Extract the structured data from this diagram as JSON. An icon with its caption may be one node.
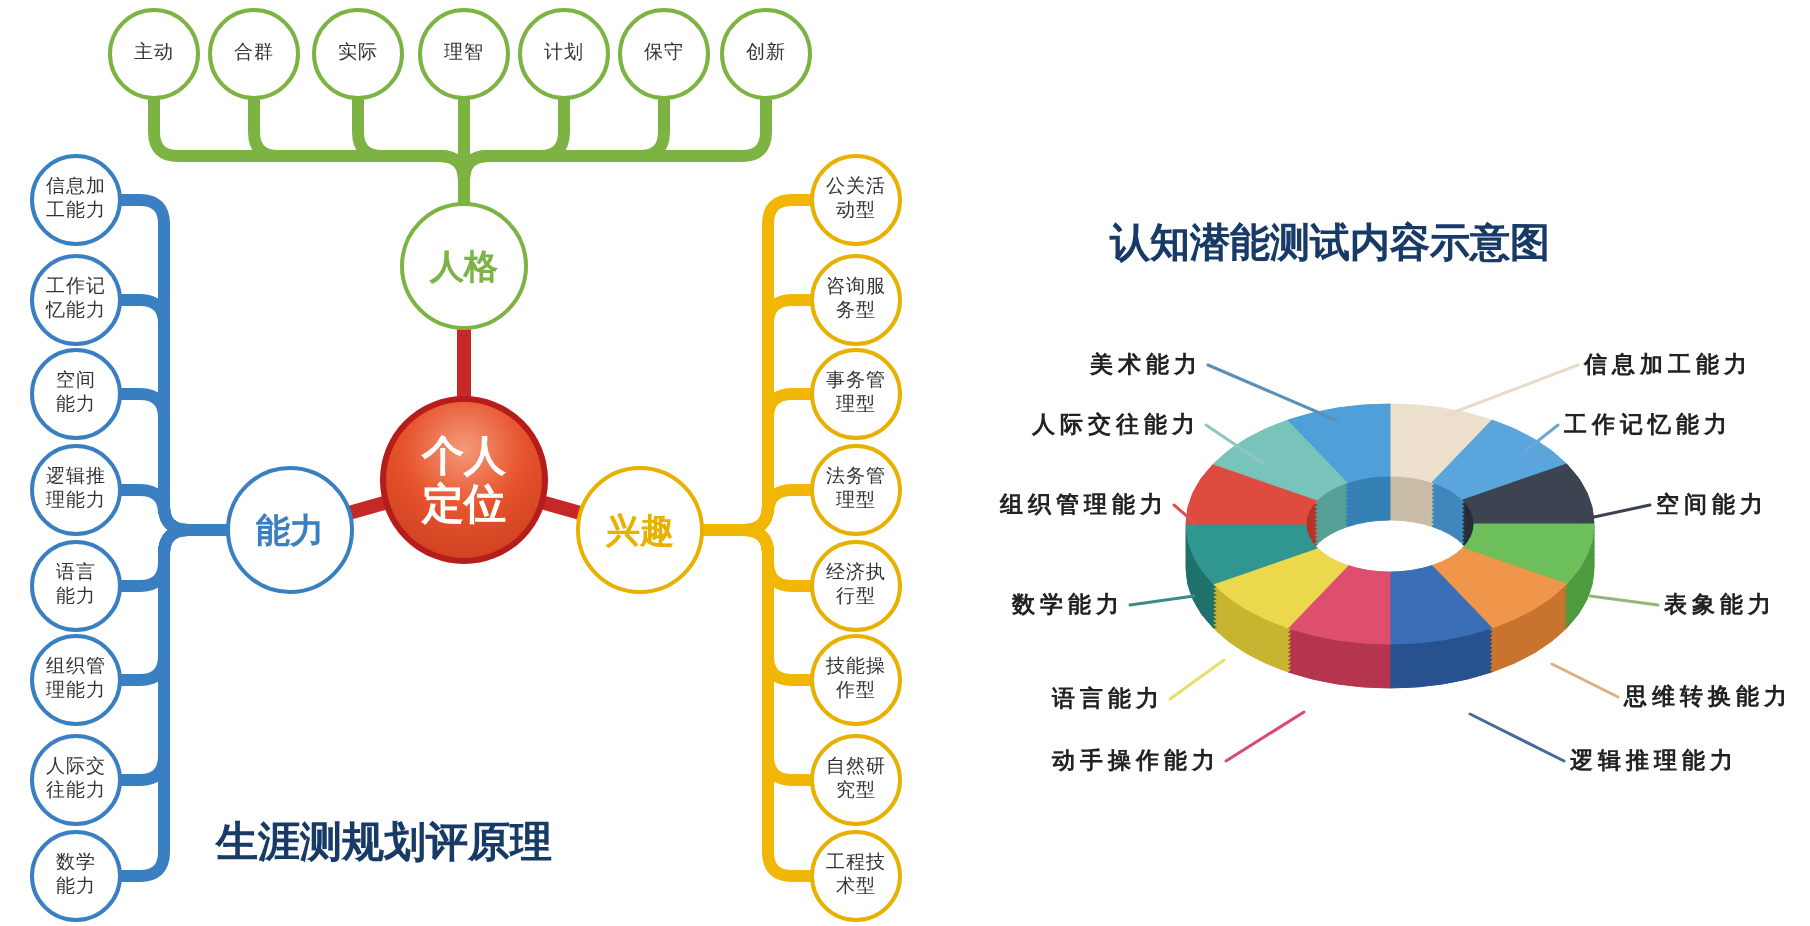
{
  "diagram": {
    "nodes": [
      {
        "text": [
          "个人定位"
        ]
      },
      {
        "text": [
          "人格"
        ]
      },
      {
        "text": [
          "能力"
        ]
      },
      {
        "text": [
          "兴趣"
        ]
      },
      {
        "text": [
          "主动"
        ]
      },
      {
        "text": [
          "合群"
        ]
      },
      {
        "text": [
          "实际"
        ]
      },
      {
        "text": [
          "理智"
        ]
      },
      {
        "text": [
          "计划"
        ]
      },
      {
        "text": [
          "保守"
        ]
      },
      {
        "text": [
          "创新"
        ]
      },
      {
        "text": [
          "信息加工能力"
        ]
      },
      {
        "text": [
          "工作记忆能力"
        ]
      },
      {
        "text": [
          "空间能力"
        ]
      },
      {
        "text": [
          "逻辑推理能力"
        ]
      },
      {
        "text": [
          "语言能力"
        ]
      },
      {
        "text": [
          "组织管理能力"
        ]
      },
      {
        "text": [
          "人际交往能力"
        ]
      },
      {
        "text": [
          "数学能力"
        ]
      },
      {
        "text": [
          "公关活动型"
        ]
      },
      {
        "text": [
          "咨询服务型"
        ]
      },
      {
        "text": [
          "事务管理型"
        ]
      },
      {
        "text": [
          "法务管理型"
        ]
      },
      {
        "text": [
          "经济执行型"
        ]
      },
      {
        "text": [
          "技能操作型"
        ]
      },
      {
        "text": [
          "自然研究型"
        ]
      },
      {
        "text": [
          "工程技术型"
        ]
      },
      {
        "text": [
          "美术能力"
        ]
      },
      {
        "text": [
          "人际交往能力"
        ]
      },
      {
        "text": [
          "组织管理能力"
        ]
      },
      {
        "text": [
          "数学能力"
        ]
      },
      {
        "text": [
          "语言能力"
        ]
      },
      {
        "text": [
          "动手操作能力"
        ]
      },
      {
        "text": [
          "信息加工能力"
        ]
      },
      {
        "text": [
          "工作记忆能力"
        ]
      },
      {
        "text": [
          "空间能力"
        ]
      },
      {
        "text": [
          "表象能力"
        ]
      },
      {
        "text": [
          "思维转换能力"
        ]
      },
      {
        "text": [
          "逻辑推理能力"
        ]
      },
      {
        "text": [],
        "shape": "picture"
      }
    ],
    "edges": [
      {
        "from": 0,
        "to": 1,
        "arrow": "none",
        "color": "#c62828"
      },
      {
        "from": 0,
        "to": 2,
        "arrow": "none",
        "color": "#c62828"
      },
      {
        "from": 0,
        "to": 3,
        "arrow": "none",
        "color": "#c62828"
      },
      {
        "from": 1,
        "to": 4,
        "arrow": "none",
        "color": "#7cb342"
      },
      {
        "from": 1,
        "to": 5,
        "arrow": "none",
        "color": "#7cb342"
      },
      {
        "from": 1,
        "to": 6,
        "arrow": "none",
        "color": "#7cb342"
      },
      {
        "from": 1,
        "to": 7,
        "arrow": "none",
        "color": "#7cb342"
      },
      {
        "from": 1,
        "to": 8,
        "arrow": "none",
        "color": "#7cb342"
      },
      {
        "from": 1,
        "to": 9,
        "arrow": "none",
        "color": "#7cb342"
      },
      {
        "from": 1,
        "to": 10,
        "arrow": "none",
        "color": "#7cb342"
      },
      {
        "from": 2,
        "to": 11,
        "arrow": "none",
        "color": "#3a7fc1"
      },
      {
        "from": 2,
        "to": 12,
        "arrow": "none",
        "color": "#3a7fc1"
      },
      {
        "from": 2,
        "to": 13,
        "arrow": "none",
        "color": "#3a7fc1"
      },
      {
        "from": 2,
        "to": 14,
        "arrow": "none",
        "color": "#3a7fc1"
      },
      {
        "from": 2,
        "to": 15,
        "arrow": "none",
        "color": "#3a7fc1"
      },
      {
        "from": 2,
        "to": 16,
        "arrow": "none",
        "color": "#3a7fc1"
      },
      {
        "from": 2,
        "to": 17,
        "arrow": "none",
        "color": "#3a7fc1"
      },
      {
        "from": 2,
        "to": 18,
        "arrow": "none",
        "color": "#3a7fc1"
      },
      {
        "from": 3,
        "to": 19,
        "arrow": "none",
        "color": "#f2b705"
      },
      {
        "from": 3,
        "to": 20,
        "arrow": "none",
        "color": "#f2b705"
      },
      {
        "from": 3,
        "to": 21,
        "arrow": "none",
        "color": "#f2b705"
      },
      {
        "from": 3,
        "to": 22,
        "arrow": "none",
        "color": "#f2b705"
      },
      {
        "from": 3,
        "to": 23,
        "arrow": "none",
        "color": "#f2b705"
      },
      {
        "from": 3,
        "to": 24,
        "arrow": "none",
        "color": "#f2b705"
      },
      {
        "from": 3,
        "to": 25,
        "arrow": "none",
        "color": "#f2b705"
      },
      {
        "from": 3,
        "to": 26,
        "arrow": "none",
        "color": "#f2b705"
      },
      {
        "from": 27,
        "to": 39,
        "arrow": "none",
        "color": "#5a8fb8"
      },
      {
        "from": 28,
        "to": 39,
        "arrow": "none",
        "color": "#8fc7c0"
      },
      {
        "from": 29,
        "to": 39,
        "arrow": "none",
        "color": "#d9534f"
      },
      {
        "from": 30,
        "to": 39,
        "arrow": "none",
        "color": "#3c8c8a"
      },
      {
        "from": 31,
        "to": 39,
        "arrow": "none",
        "color": "#e5e066"
      },
      {
        "from": 32,
        "to": 39,
        "arrow": "none",
        "color": "#d94a6e"
      },
      {
        "from": 33,
        "to": 39,
        "arrow": "none",
        "color": "#e8dcc6"
      },
      {
        "from": 34,
        "to": 39,
        "arrow": "none",
        "color": "#6aa8d8"
      },
      {
        "from": 35,
        "to": 39,
        "arrow": "none",
        "color": "#3a4250"
      },
      {
        "from": 36,
        "to": 39,
        "arrow": "none",
        "color": "#8fb87a"
      },
      {
        "from": 37,
        "to": 39,
        "arrow": "none",
        "color": "#e0b080"
      },
      {
        "from": 38,
        "to": 39,
        "arrow": "none",
        "color": "#4a6a9a"
      }
    ],
    "labels": [
      "认知潜能测试内容示意图",
      "生涯测规划评原理"
    ]
  }
}
